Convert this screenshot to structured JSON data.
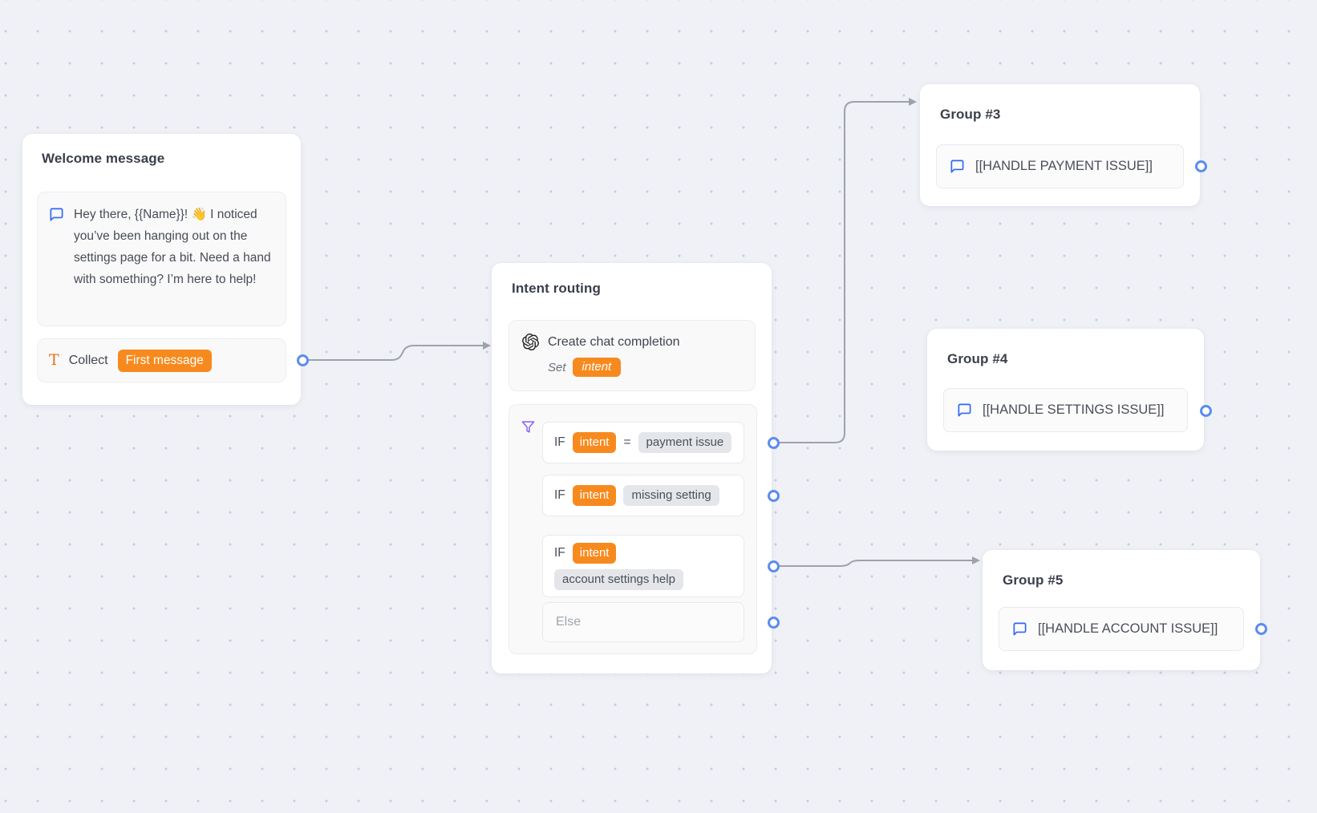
{
  "app": {
    "kind": "conversation-flow-builder-canvas"
  },
  "colors": {
    "canvas_bg": "#EFF1F6",
    "dot_grid": "#C6CDDE",
    "accent_orange": "#F78A1E",
    "badge_gray_bg": "#E4E6EA",
    "port_blue": "#5C8CEF",
    "connector_gray": "#9DA2AC",
    "chat_icon_blue": "#2F66F4",
    "filter_icon_purple": "#8A5CF5",
    "collect_icon_orange": "#E8731A",
    "openai_icon_black": "#1F1F1F"
  },
  "nodes": {
    "welcome": {
      "title": "Welcome message",
      "message_text": "Hey there, {{Name}}! 👋 I noticed you’ve been hanging out on the settings page for a bit. Need a hand with something? I’m here to help!",
      "collect_label": "Collect",
      "collect_badge": "First message"
    },
    "intent_routing": {
      "title": "Intent routing",
      "completion_label": "Create chat completion",
      "set_label": "Set",
      "set_variable": "intent",
      "conditions": [
        {
          "keyword": "IF",
          "variable": "intent",
          "operator": "=",
          "value": "payment issue"
        },
        {
          "keyword": "IF",
          "variable": "intent",
          "operator": "",
          "value": "missing setting"
        },
        {
          "keyword": "IF",
          "variable": "intent",
          "operator": "",
          "value": "account settings help"
        }
      ],
      "else_label": "Else"
    },
    "group3": {
      "title": "Group #3",
      "message_text": "[[HANDLE PAYMENT ISSUE]]"
    },
    "group4": {
      "title": "Group #4",
      "message_text": "[[HANDLE SETTINGS ISSUE]]"
    },
    "group5": {
      "title": "Group #5",
      "message_text": "[[HANDLE ACCOUNT ISSUE]]"
    }
  }
}
